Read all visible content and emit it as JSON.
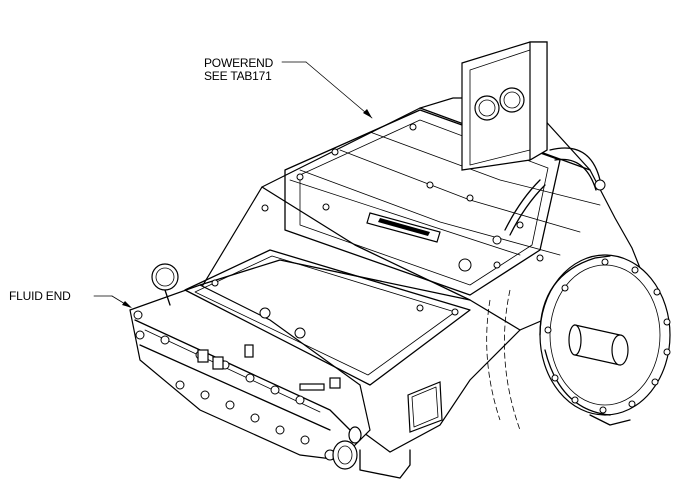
{
  "callouts": {
    "powerend_line1": "POWEREND",
    "powerend_line2": "SEE TAB171",
    "fluid_end": "FLUID END"
  },
  "colors": {
    "line": "#000000",
    "background": "#ffffff"
  }
}
